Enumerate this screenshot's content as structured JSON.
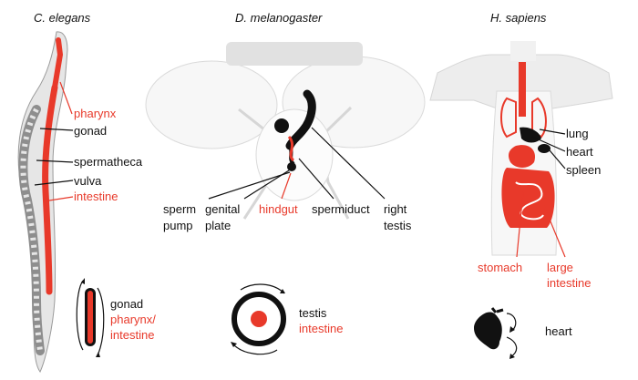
{
  "colors": {
    "red": "#e8392a",
    "black": "#111111",
    "gray": "#9a9a9a",
    "lightgray": "#d6d6d6"
  },
  "panels": {
    "worm": {
      "title": "C. elegans",
      "labels": {
        "pharynx": "pharynx",
        "gonad": "gonad",
        "spermatheca": "spermatheca",
        "vulva": "vulva",
        "intestine": "intestine"
      },
      "schematic": {
        "gonad": "gonad",
        "pharynx_intestine_1": "pharynx/",
        "pharynx_intestine_2": "intestine"
      }
    },
    "fly": {
      "title": "D. melanogaster",
      "labels": {
        "sperm_pump_1": "sperm",
        "sperm_pump_2": "pump",
        "genital_plate_1": "genital",
        "genital_plate_2": "plate",
        "hindgut": "hindgut",
        "spermiduct": "spermiduct",
        "right_testis_1": "right",
        "right_testis_2": "testis"
      },
      "schematic": {
        "testis": "testis",
        "intestine": "intestine"
      }
    },
    "human": {
      "title": "H. sapiens",
      "labels": {
        "lung": "lung",
        "heart": "heart",
        "spleen": "spleen",
        "stomach": "stomach",
        "large_intestine_1": "large",
        "large_intestine_2": "intestine"
      },
      "schematic": {
        "heart": "heart"
      }
    }
  }
}
